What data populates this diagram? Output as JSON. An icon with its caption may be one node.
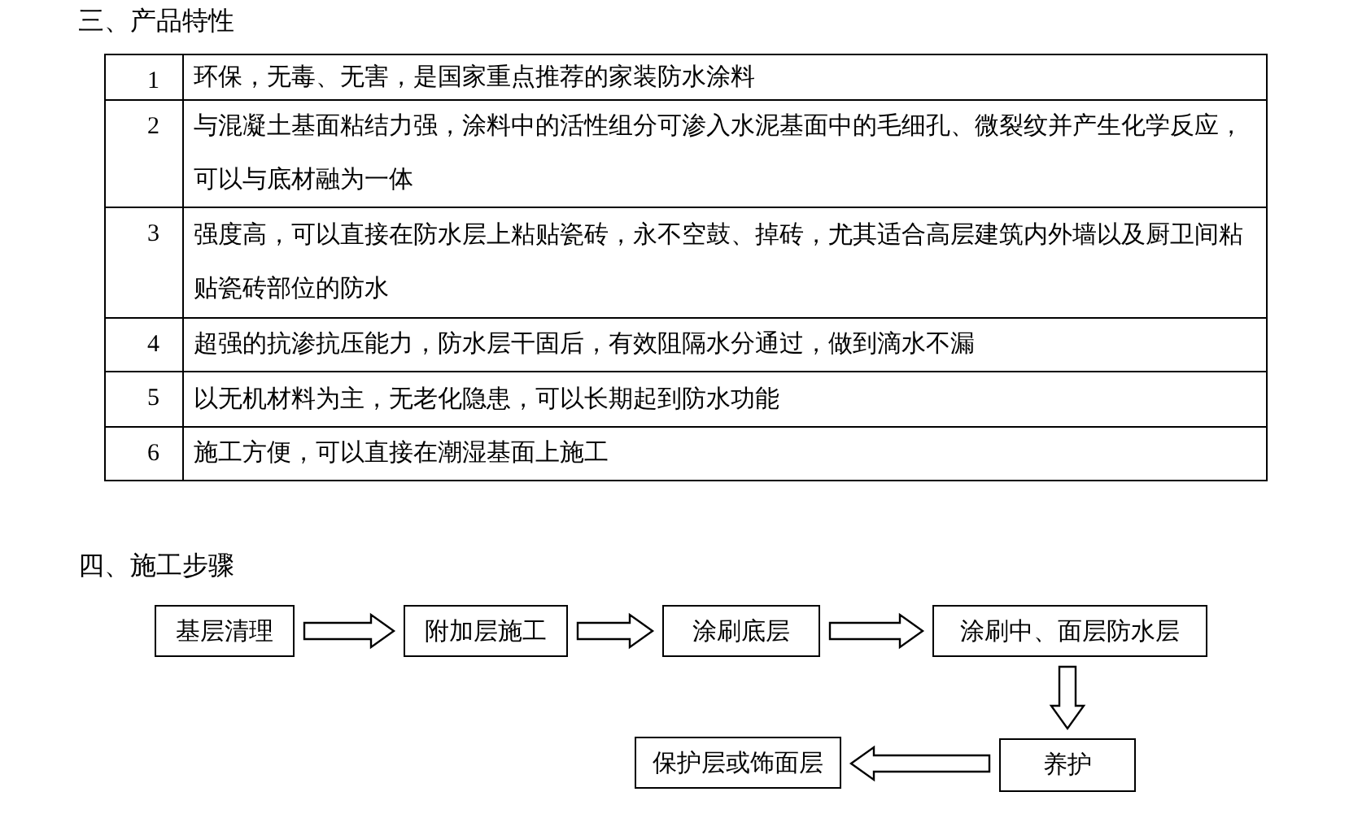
{
  "diagram": {
    "nodes": [
      {
        "text": [
          "基层清理"
        ]
      },
      {
        "text": [
          "附加层施工"
        ]
      },
      {
        "text": [
          "涂刷底层"
        ]
      },
      {
        "text": [
          "涂刷中、面层防水层"
        ]
      },
      {
        "text": [
          "养护"
        ]
      },
      {
        "text": [
          "保护层或饰面层"
        ]
      }
    ],
    "edges": [
      {
        "from": 0,
        "to": 1,
        "arrow": "to"
      },
      {
        "from": 1,
        "to": 2,
        "arrow": "to"
      },
      {
        "from": 2,
        "to": 3,
        "arrow": "to"
      },
      {
        "from": 3,
        "to": 4,
        "arrow": "to"
      },
      {
        "from": 4,
        "to": 5,
        "arrow": "to"
      }
    ],
    "labels": [
      "三、产品特性",
      "1",
      "环保，无毒、无害，是国家重点推荐的家装防水涂料",
      "2",
      "与混凝土基面粘结力强，涂料中的活性组分可渗入水泥基面中的毛细孔、微裂纹并产生化学反应，可以与底材融为一体",
      "3",
      "强度高，可以直接在防水层上粘贴瓷砖，永不空鼓、掉砖，尤其适合高层建筑内外墙以及厨卫间粘贴瓷砖部位的防水",
      "4",
      "超强的抗渗抗压能力，防水层干固后，有效阻隔水分通过，做到滴水不漏",
      "5",
      "以无机材料为主，无老化隐患，可以长期起到防水功能",
      "6",
      "施工方便，可以直接在潮湿基面上施工",
      "四、施工步骤"
    ]
  }
}
